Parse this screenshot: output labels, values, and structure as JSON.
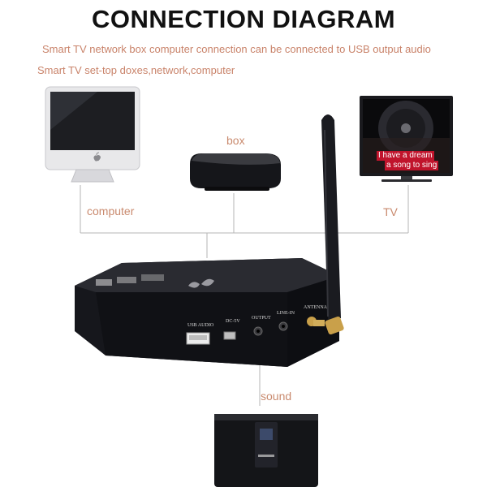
{
  "title": "CONNECTION DIAGRAM",
  "subtitle_line1": "Smart TV network box computer connection can be connected to USB output audio",
  "subtitle_line2": "Smart TV  set-top doxes,network,computer",
  "labels": {
    "computer": "computer",
    "box": "box",
    "tv": "TV",
    "sound": "sound"
  },
  "ports": {
    "usb": "USB AUDIO",
    "dc": "DC-5V",
    "output": "OUTPUT",
    "line_in": "LINE-IN",
    "antenna": "ANTENNA"
  },
  "tv_screen": {
    "line1": "I have a dream",
    "line2": "a song to sing"
  },
  "colors": {
    "text_accent": "#c9836a",
    "device_dark": "#1b1c22",
    "connector_line": "#b5b5b5",
    "lyrics_bg": "#c0142c"
  },
  "icons": {
    "computer": "apple-imac-icon",
    "box": "tv-box-icon",
    "tv": "flat-tv-icon",
    "hub": "audio-box-device",
    "speaker": "bose-speaker-icon",
    "antenna": "antenna-icon"
  }
}
